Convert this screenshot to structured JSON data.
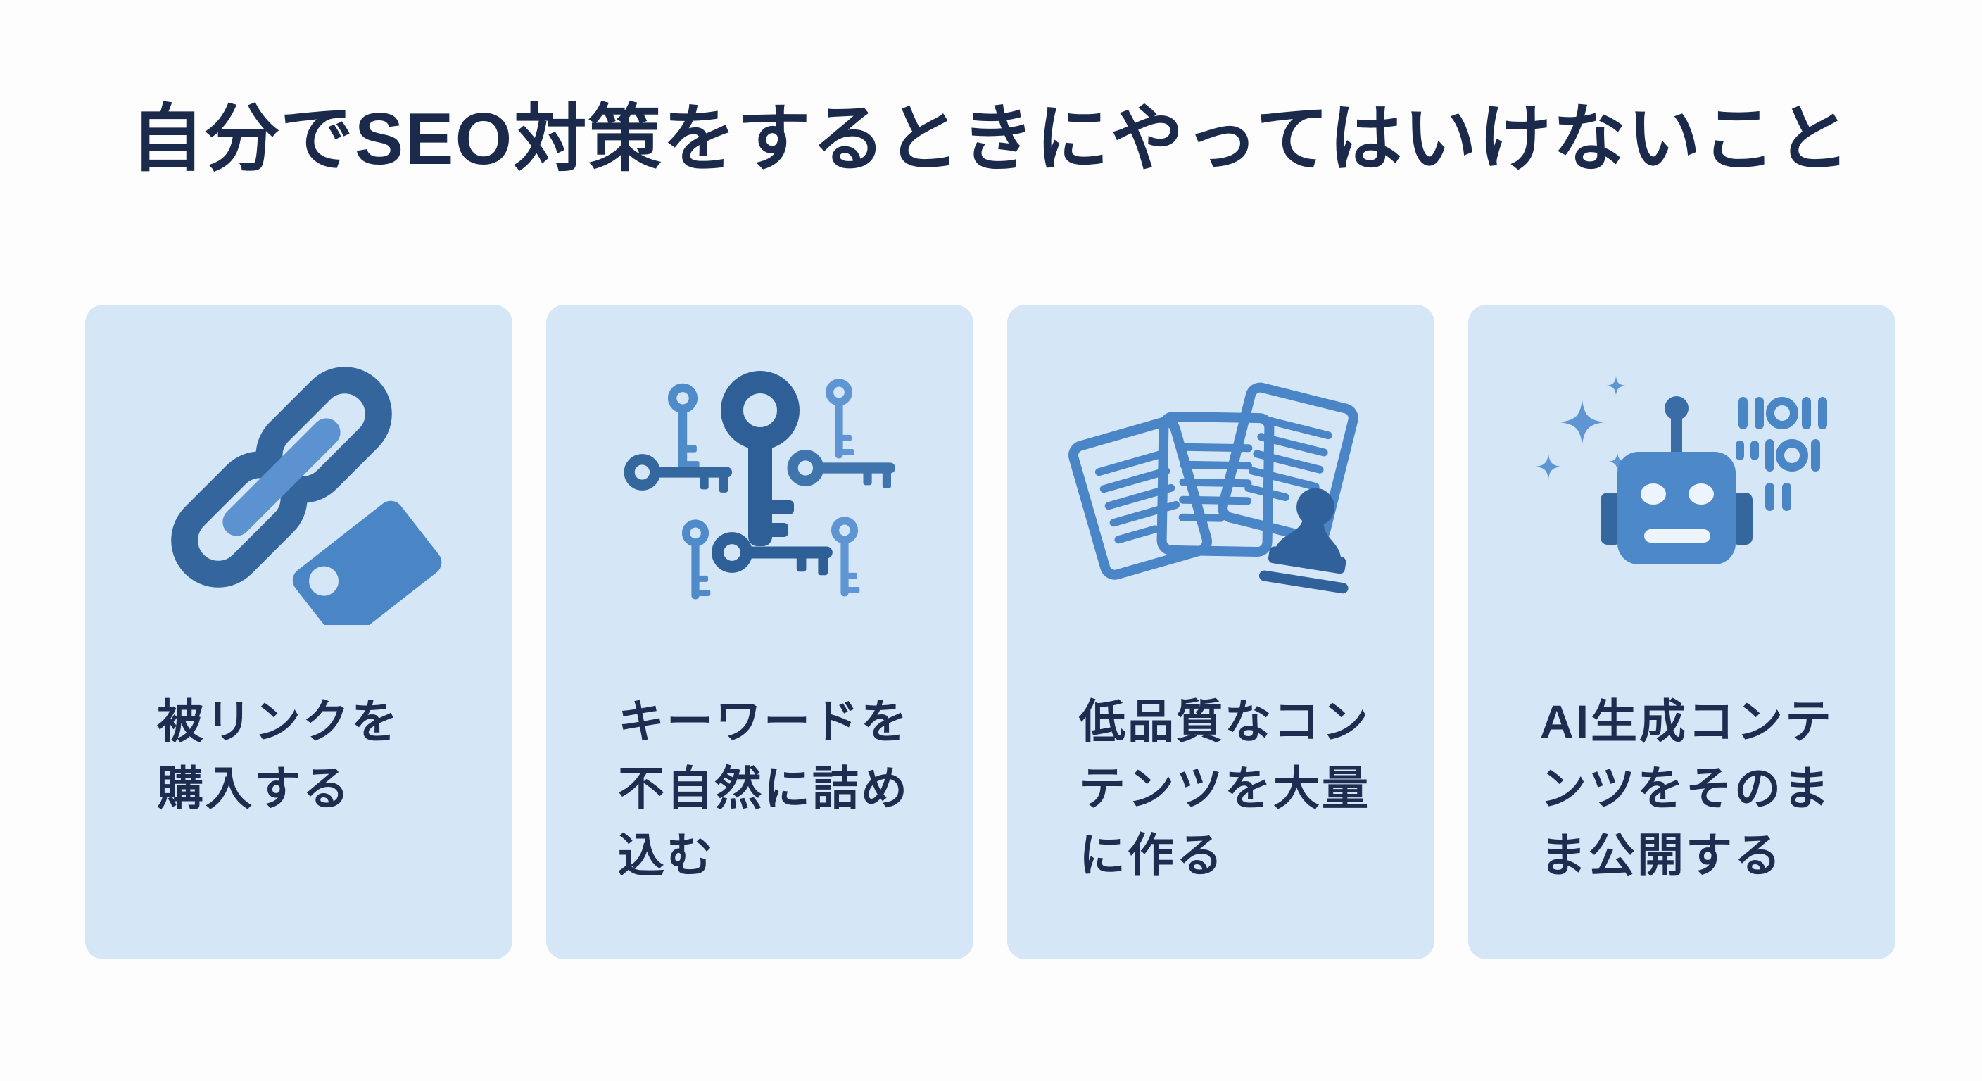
{
  "page": {
    "title": "自分でSEO対策をするときにやってはいけないこと",
    "colors": {
      "background": "#fdfdfd",
      "title_text": "#1b2a4a",
      "card_background": "#d5e6f7",
      "card_text": "#1c2d50",
      "icon_primary_blue": "#4a85c6",
      "icon_dark_blue": "#2e5f96",
      "icon_light_blue": "#5e95d2"
    }
  },
  "cards": [
    {
      "icon": "chain-link-price-tag-icon",
      "label": "被リンクを\n購入する"
    },
    {
      "icon": "keys-icon",
      "label": "キーワードを\n不自然に詰め\n込む"
    },
    {
      "icon": "documents-stamp-icon",
      "label": "低品質なコン\nテンツを大量\nに作る"
    },
    {
      "icon": "ai-robot-icon",
      "label": "AI生成コンテ\nンツをそのま\nま公開する"
    }
  ]
}
